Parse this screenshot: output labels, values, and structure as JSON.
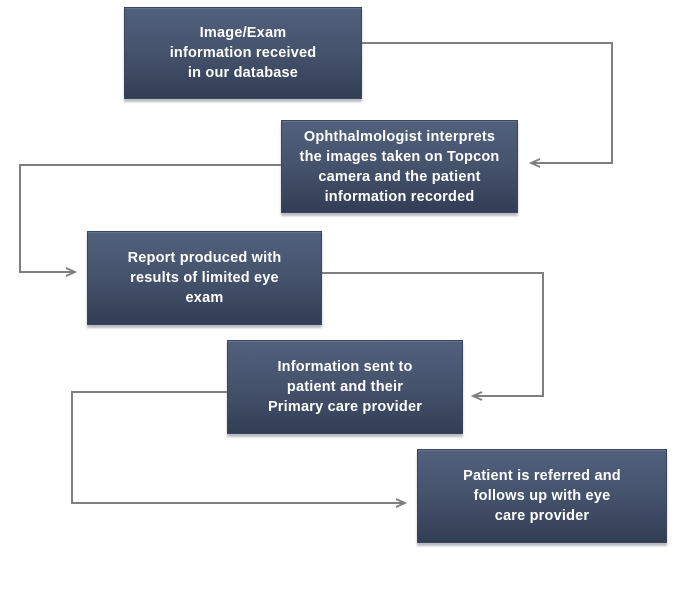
{
  "diagram": {
    "type": "flowchart",
    "steps": [
      {
        "id": 1,
        "text": "Image/Exam\ninformation received\nin our database"
      },
      {
        "id": 2,
        "text": "Ophthalmologist interprets\nthe images taken on Topcon\ncamera and the patient\ninformation recorded"
      },
      {
        "id": 3,
        "text": "Report produced with\nresults of limited eye\nexam"
      },
      {
        "id": 4,
        "text": "Information sent to\npatient and their\nPrimary care provider"
      },
      {
        "id": 5,
        "text": "Patient is referred and\nfollows up with eye\ncare provider"
      }
    ],
    "edges": [
      {
        "from": 1,
        "to": 2
      },
      {
        "from": 2,
        "to": 3
      },
      {
        "from": 3,
        "to": 4
      },
      {
        "from": 4,
        "to": 5
      }
    ],
    "colors": {
      "box_gradient_top": "#51607c",
      "box_gradient_bottom": "#333e55",
      "box_border": "#3a455f",
      "text": "#ffffff",
      "connector": "#7f7f7f",
      "background": "#ffffff"
    }
  }
}
